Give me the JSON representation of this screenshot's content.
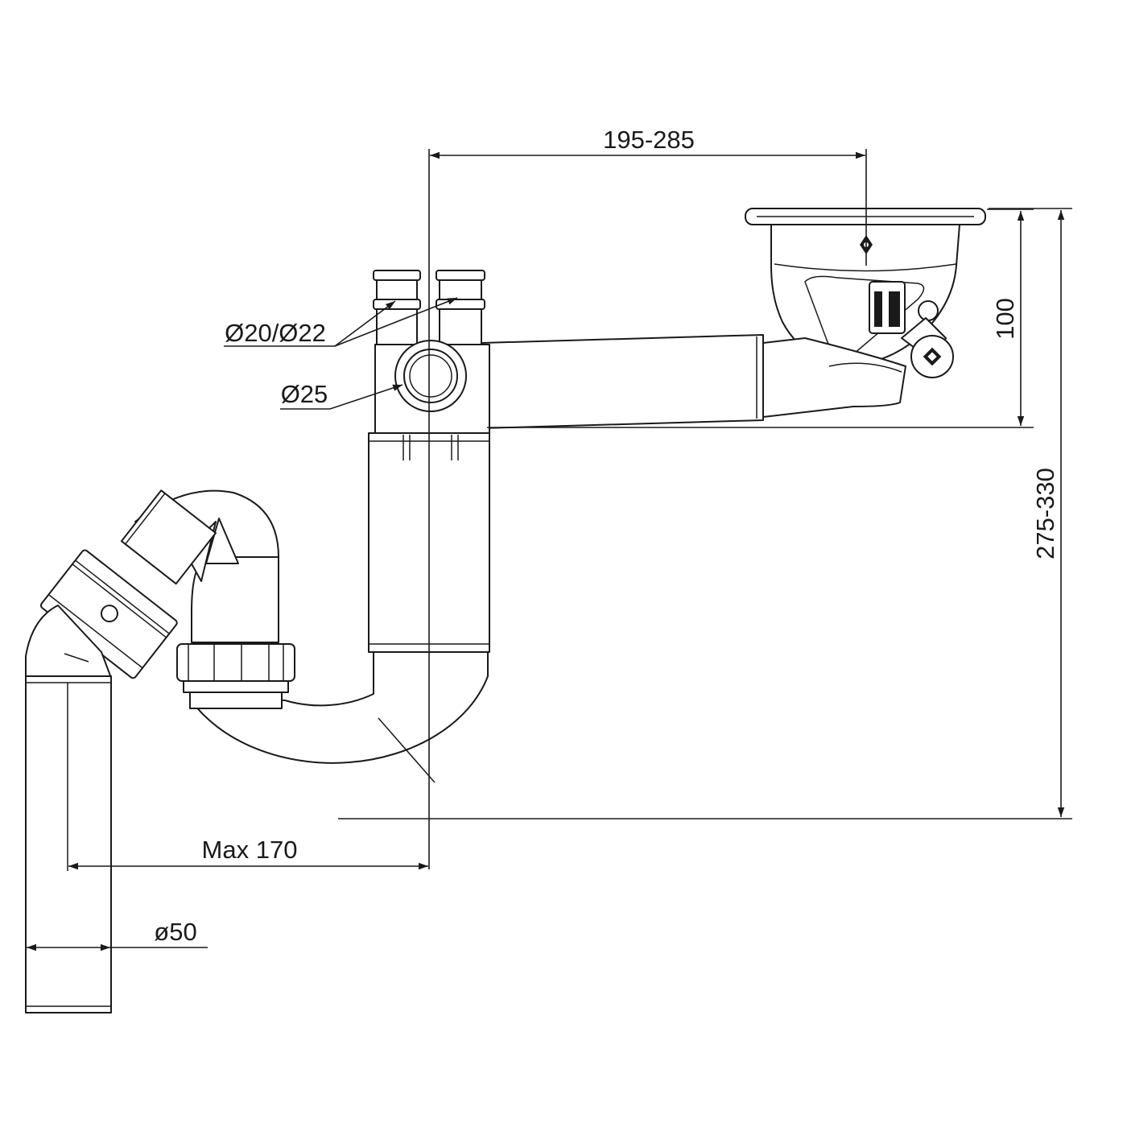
{
  "dimensions": {
    "width_range": "195-285",
    "drain_depth": "100",
    "total_height": "275-330",
    "max_offset": "Max 170",
    "pipe_diameter": "ø50",
    "inlet_diameter": "Ø20/Ø22",
    "overflow_diameter": "Ø25"
  },
  "colors": {
    "line": "#1a1a1a",
    "background": "#ffffff"
  }
}
